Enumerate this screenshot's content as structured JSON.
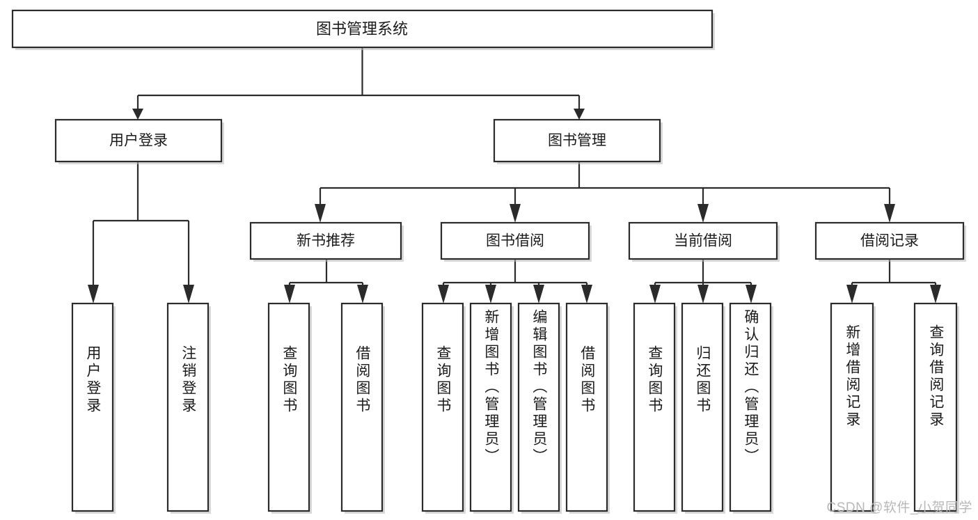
{
  "diagram": {
    "type": "tree",
    "title": "图书管理系统",
    "watermark": "CSDN @软件_小贺同学",
    "root": {
      "id": "root",
      "label": "图书管理系统",
      "orientation": "horizontal"
    },
    "level2": [
      {
        "id": "user-login",
        "label": "用户登录",
        "orientation": "horizontal"
      },
      {
        "id": "book-manage",
        "label": "图书管理",
        "orientation": "horizontal"
      }
    ],
    "level3": [
      {
        "id": "new-book-recommend",
        "label": "新书推荐",
        "orientation": "horizontal",
        "parent": "book-manage"
      },
      {
        "id": "book-borrow",
        "label": "图书借阅",
        "orientation": "horizontal",
        "parent": "book-manage"
      },
      {
        "id": "current-borrow",
        "label": "当前借阅",
        "orientation": "horizontal",
        "parent": "book-manage"
      },
      {
        "id": "borrow-record",
        "label": "借阅记录",
        "orientation": "horizontal",
        "parent": "book-manage"
      }
    ],
    "leaves": [
      {
        "id": "leaf-user-login",
        "label": "用户登录",
        "orientation": "vertical",
        "parent": "user-login"
      },
      {
        "id": "leaf-logout-login",
        "label": "注销登录",
        "orientation": "vertical",
        "parent": "user-login"
      },
      {
        "id": "leaf-query-book-1",
        "label": "查询图书",
        "orientation": "vertical",
        "parent": "new-book-recommend"
      },
      {
        "id": "leaf-borrow-book-1",
        "label": "借阅图书",
        "orientation": "vertical",
        "parent": "new-book-recommend"
      },
      {
        "id": "leaf-query-book-2",
        "label": "查询图书",
        "orientation": "vertical",
        "parent": "book-borrow"
      },
      {
        "id": "leaf-add-book",
        "label": "新增图书（管理员）",
        "orientation": "vertical",
        "parent": "book-borrow"
      },
      {
        "id": "leaf-edit-book",
        "label": "编辑图书（管理员）",
        "orientation": "vertical",
        "parent": "book-borrow"
      },
      {
        "id": "leaf-borrow-book-2",
        "label": "借阅图书",
        "orientation": "vertical",
        "parent": "book-borrow"
      },
      {
        "id": "leaf-query-book-3",
        "label": "查询图书",
        "orientation": "vertical",
        "parent": "current-borrow"
      },
      {
        "id": "leaf-return-book",
        "label": "归还图书",
        "orientation": "vertical",
        "parent": "current-borrow"
      },
      {
        "id": "leaf-confirm-return",
        "label": "确认归还（管理员）",
        "orientation": "vertical",
        "parent": "current-borrow"
      },
      {
        "id": "leaf-add-record",
        "label": "新增借阅记录",
        "orientation": "vertical",
        "parent": "borrow-record"
      },
      {
        "id": "leaf-query-record",
        "label": "查询借阅记录",
        "orientation": "vertical",
        "parent": "borrow-record"
      }
    ],
    "colors": {
      "box_stroke": "#2b2b2b",
      "box_fill": "#ffffff",
      "text": "#1a1a1a",
      "shadow": "#b9b9b9",
      "watermark": "#b8b8b8",
      "background": "#ffffff"
    }
  }
}
